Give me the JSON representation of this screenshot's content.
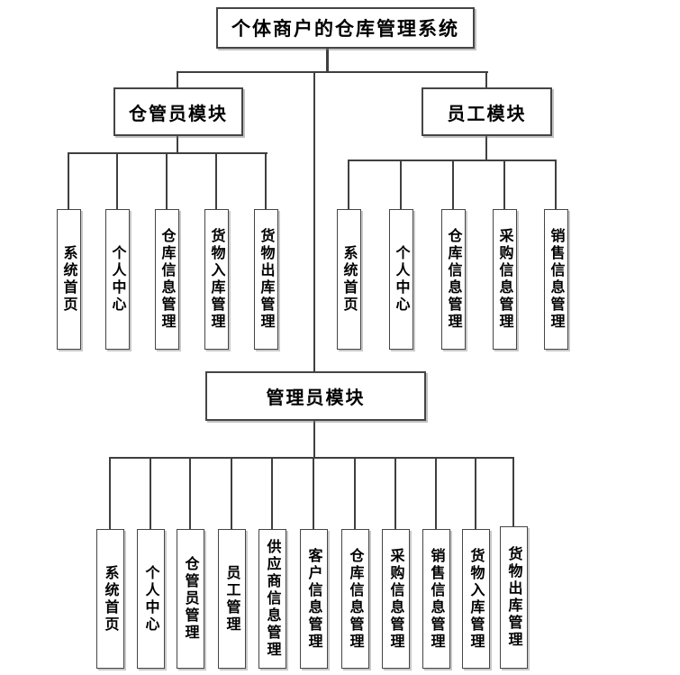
{
  "title": "个体商户的仓库管理系统",
  "modules": [
    {
      "id": "warehouse-keeper",
      "label": "仓管员模块",
      "children": [
        "系统首页",
        "个人中心",
        "仓库信息管理",
        "货物入库管理",
        "货物出库管理"
      ]
    },
    {
      "id": "employee",
      "label": "员工模块",
      "children": [
        "系统首页",
        "个人中心",
        "仓库信息管理",
        "采购信息管理",
        "销售信息管理"
      ]
    },
    {
      "id": "admin",
      "label": "管理员模块",
      "children": [
        "系统首页",
        "个人中心",
        "仓管员管理",
        "员工管理",
        "供应商信息管理",
        "客户信息管理",
        "仓库信息管理",
        "采购信息管理",
        "销售信息管理",
        "货物入库管理",
        "货物出库管理"
      ]
    }
  ],
  "colors": {
    "line": "#3f3f3f",
    "box_border": "#454545",
    "box_background": "#ffffff",
    "text": "#000000",
    "page_background": "#ffffff"
  }
}
